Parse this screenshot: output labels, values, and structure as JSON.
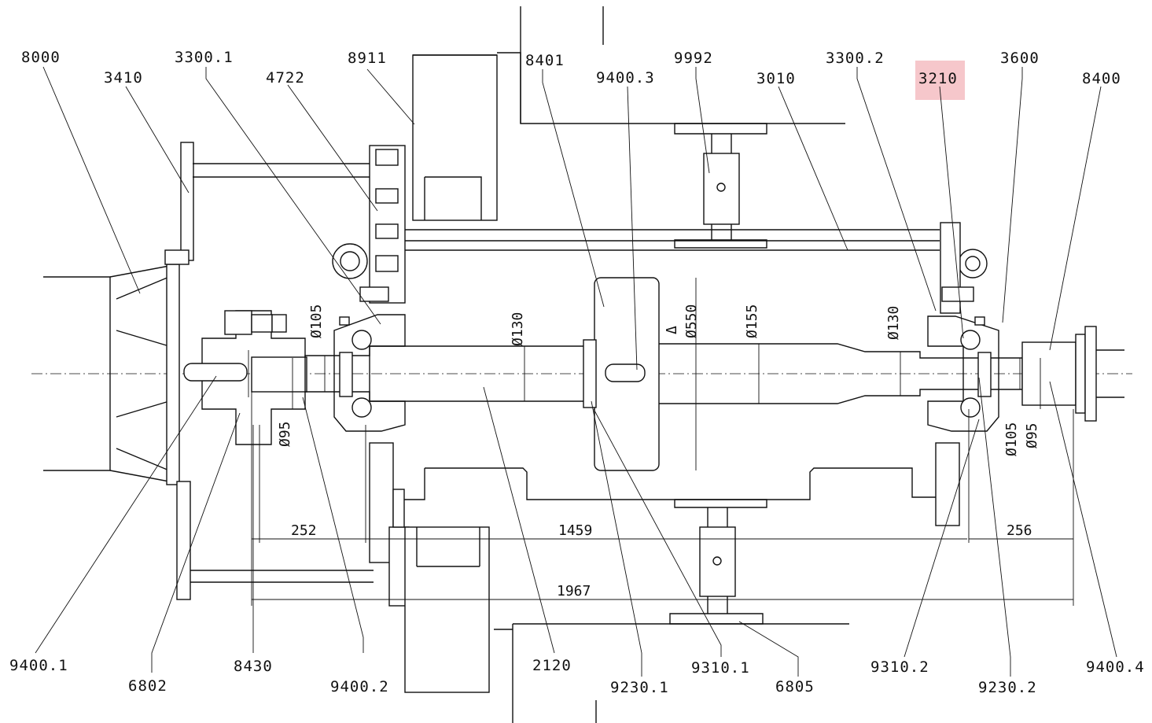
{
  "drawing": {
    "highlight_color": "#f4b9be",
    "line_color": "#111111",
    "part_labels": [
      "8000",
      "3410",
      "3300.1",
      "4722",
      "8911",
      "8401",
      "9400.3",
      "9992",
      "3010",
      "3300.2",
      "3210",
      "3600",
      "8400",
      "9400.1",
      "6802",
      "8430",
      "9400.2",
      "2120",
      "9230.1",
      "9310.1",
      "6805",
      "9310.2",
      "9230.2",
      "9400.4"
    ],
    "highlighted_label": "3210",
    "dimensions": {
      "d105_left": "Ø105",
      "d130_left": "Ø130",
      "d550": "Ø550",
      "d155": "Ø155",
      "d130_right": "Ø130",
      "d95_left": "Ø95",
      "d105_right": "Ø105",
      "d95_right": "Ø95",
      "l252": "252",
      "l1459": "1459",
      "l256": "256",
      "l1967": "1967",
      "tolerance_mark": "Δ"
    }
  }
}
